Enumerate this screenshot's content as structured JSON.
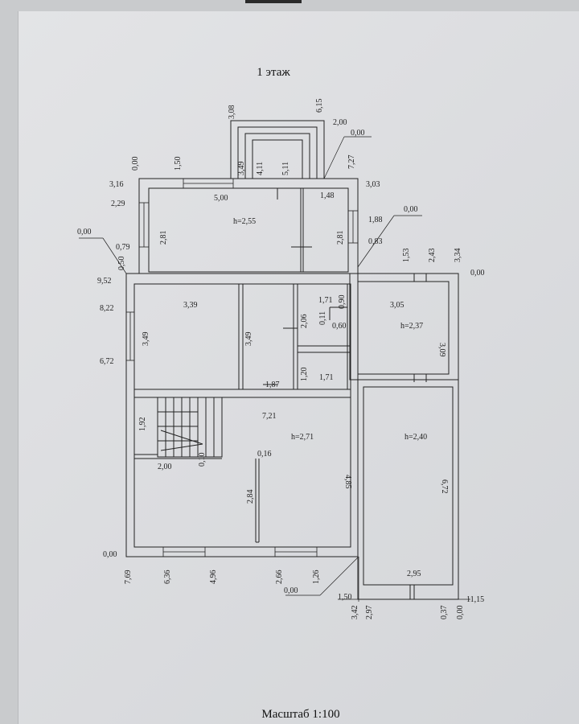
{
  "title": "1 этаж",
  "scale": "Масштаб 1:100",
  "labels": [
    {
      "id": "l1",
      "text": "3,08"
    },
    {
      "id": "l2",
      "text": "6,15"
    },
    {
      "id": "l3",
      "text": "2,00"
    },
    {
      "id": "l4",
      "text": "0,00"
    },
    {
      "id": "l5",
      "text": "7,27"
    },
    {
      "id": "l6",
      "text": "3,49"
    },
    {
      "id": "l7",
      "text": "4,11"
    },
    {
      "id": "l8",
      "text": "5,11"
    },
    {
      "id": "l9",
      "text": "0,00"
    },
    {
      "id": "l10",
      "text": "1,50"
    },
    {
      "id": "l11",
      "text": "3,16"
    },
    {
      "id": "l12",
      "text": "3,03"
    },
    {
      "id": "l13",
      "text": "2,29"
    },
    {
      "id": "l14",
      "text": "5,00"
    },
    {
      "id": "l15",
      "text": "1,48"
    },
    {
      "id": "l16",
      "text": "h=2,55"
    },
    {
      "id": "l17",
      "text": "2,81"
    },
    {
      "id": "l18",
      "text": "2,81"
    },
    {
      "id": "l19",
      "text": "1,88"
    },
    {
      "id": "l20",
      "text": "0,00"
    },
    {
      "id": "l21",
      "text": "0,00"
    },
    {
      "id": "l22",
      "text": "0,79"
    },
    {
      "id": "l23",
      "text": "0,83"
    },
    {
      "id": "l24",
      "text": "0,50"
    },
    {
      "id": "l25",
      "text": "1,53"
    },
    {
      "id": "l26",
      "text": "2,43"
    },
    {
      "id": "l27",
      "text": "3,34"
    },
    {
      "id": "l28",
      "text": "0,00"
    },
    {
      "id": "l29",
      "text": "9,52"
    },
    {
      "id": "l30",
      "text": "8,22"
    },
    {
      "id": "l31",
      "text": "3,39"
    },
    {
      "id": "l32",
      "text": "1,71"
    },
    {
      "id": "l33",
      "text": "0,90"
    },
    {
      "id": "l34",
      "text": "3,05"
    },
    {
      "id": "l35",
      "text": "h=2,37"
    },
    {
      "id": "l36",
      "text": "3,49"
    },
    {
      "id": "l37",
      "text": "3,49"
    },
    {
      "id": "l38",
      "text": "2,06"
    },
    {
      "id": "l39",
      "text": "0,11"
    },
    {
      "id": "l40",
      "text": "0,60"
    },
    {
      "id": "l41",
      "text": "3,09"
    },
    {
      "id": "l42",
      "text": "6,72"
    },
    {
      "id": "l43",
      "text": "1,20"
    },
    {
      "id": "l44",
      "text": "1,71"
    },
    {
      "id": "l45",
      "text": "1,87"
    },
    {
      "id": "l46",
      "text": "7,21"
    },
    {
      "id": "l47",
      "text": "1,92"
    },
    {
      "id": "l48",
      "text": "h=2,71"
    },
    {
      "id": "l49",
      "text": "h=2,40"
    },
    {
      "id": "l50",
      "text": "0,16"
    },
    {
      "id": "l51",
      "text": "2,00"
    },
    {
      "id": "l52",
      "text": "0,10"
    },
    {
      "id": "l53",
      "text": "6,72"
    },
    {
      "id": "l54",
      "text": "2,84"
    },
    {
      "id": "l55",
      "text": "4,85"
    },
    {
      "id": "l56",
      "text": "0,00"
    },
    {
      "id": "l57",
      "text": "7,69"
    },
    {
      "id": "l58",
      "text": "6,36"
    },
    {
      "id": "l59",
      "text": "4,96"
    },
    {
      "id": "l60",
      "text": "2,66"
    },
    {
      "id": "l61",
      "text": "1,26"
    },
    {
      "id": "l62",
      "text": "2,95"
    },
    {
      "id": "l63",
      "text": "0,00"
    },
    {
      "id": "l64",
      "text": "1,50"
    },
    {
      "id": "l65",
      "text": "3,42"
    },
    {
      "id": "l66",
      "text": "2,97"
    },
    {
      "id": "l67",
      "text": "0,37"
    },
    {
      "id": "l68",
      "text": "0,00"
    },
    {
      "id": "l69",
      "text": "11,15"
    }
  ]
}
